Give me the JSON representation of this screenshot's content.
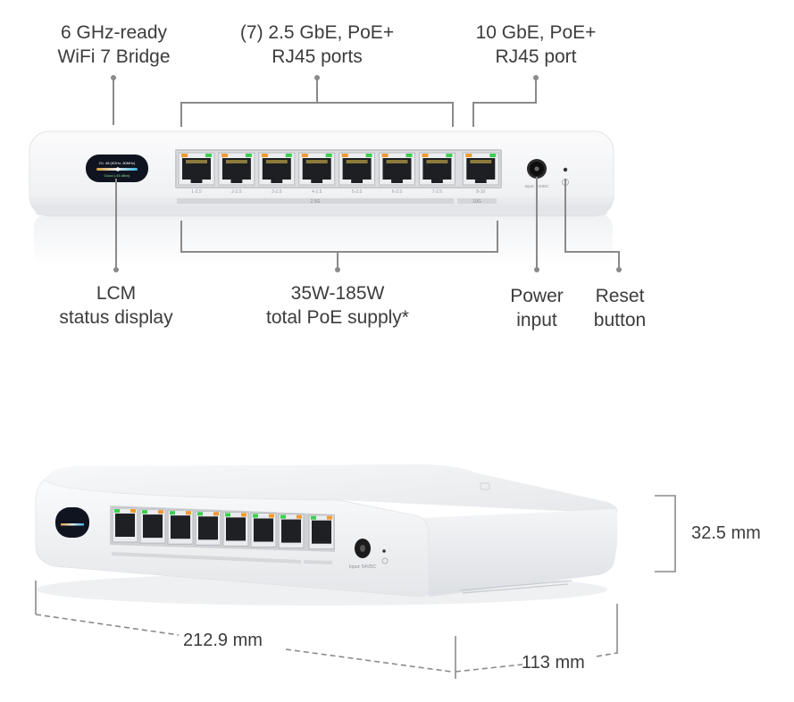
{
  "top_callouts": {
    "wifi_bridge": {
      "line1": "6 GHz-ready",
      "line2": "WiFi 7 Bridge"
    },
    "ports_25g": {
      "line1": "(7) 2.5 GbE, PoE+",
      "line2": "RJ45 ports"
    },
    "port_10g": {
      "line1": "10 GbE, PoE+",
      "line2": "RJ45 port"
    }
  },
  "bottom_callouts": {
    "lcm": {
      "line1": "LCM",
      "line2": "status display"
    },
    "poe_supply": {
      "line1": "35W-185W",
      "line2": "total PoE supply*"
    },
    "power": {
      "line1": "Power",
      "line2": "input"
    },
    "reset": {
      "line1": "Reset",
      "line2": "button"
    }
  },
  "device": {
    "lcm_screen": {
      "line1": "Ch. 48 (5GHz, 80MHz)",
      "line2": "Good (-45 dBm)"
    },
    "port_labels": [
      "1-2.5",
      "2-2.5",
      "3-2.5",
      "4-2.5",
      "5-2.5",
      "6-2.5",
      "7-2.5",
      "8-10"
    ],
    "group_labels": {
      "ports_25g": "2.5G",
      "port_10g": "10G"
    },
    "power_label": "Input: 54VDC"
  },
  "dimensions": {
    "height": "32.5 mm",
    "width": "212.9 mm",
    "depth": "113 mm"
  },
  "colors": {
    "led_orange": "#f29a2e",
    "led_green": "#3ccf4e",
    "callout_line": "#8a8a8a",
    "device_body": "#f1f2f4"
  }
}
